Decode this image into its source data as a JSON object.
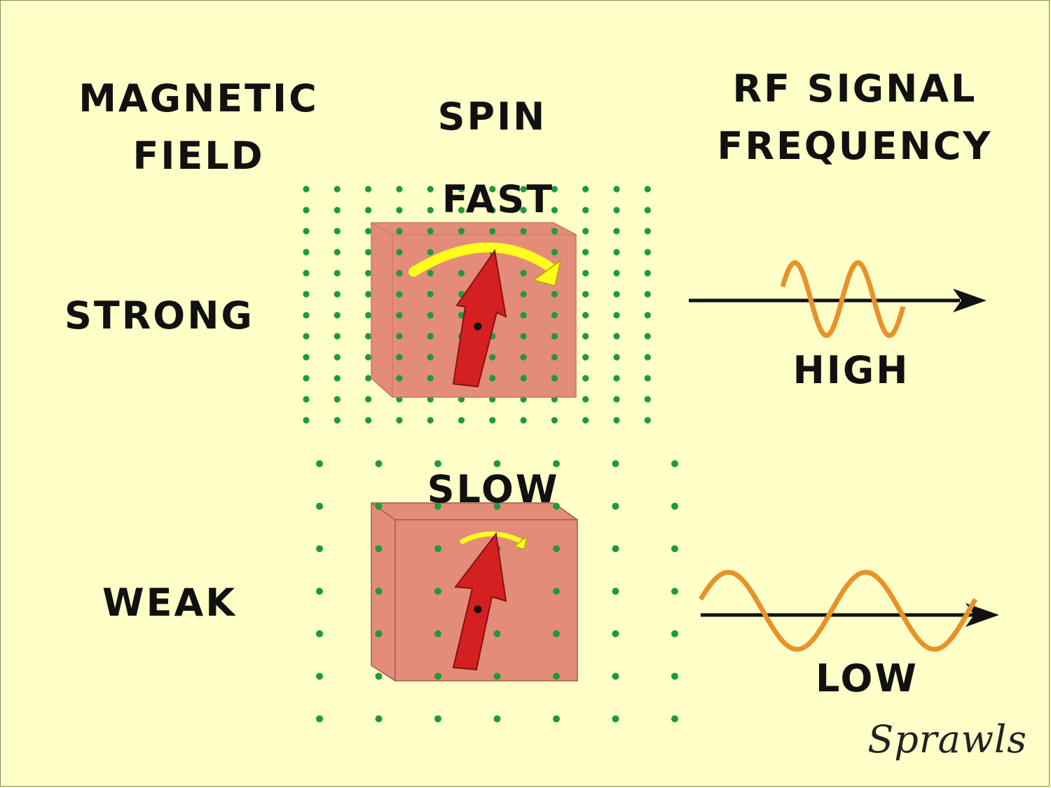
{
  "headers": {
    "magnetic_field": "MAGNETIC\nFIELD",
    "spin": "SPIN",
    "rf_signal": "RF SIGNAL\nFREQUENCY"
  },
  "rows": {
    "strong": {
      "field": "STRONG",
      "spin": "FAST",
      "frequency": "HIGH"
    },
    "weak": {
      "field": "WEAK",
      "spin": "SLOW",
      "frequency": "LOW"
    }
  },
  "signature": "Sprawls",
  "colors": {
    "background": "#ffffc8",
    "text": "#111111",
    "field_dots": "#1e9a3e",
    "tissue_block": "#e38c7a",
    "tissue_block_side": "#d98070",
    "spin_arrow": "#d42020",
    "spin_arc": "#ffff1a",
    "rf_wave": "#e8922a",
    "axis_arrow": "#111111"
  }
}
